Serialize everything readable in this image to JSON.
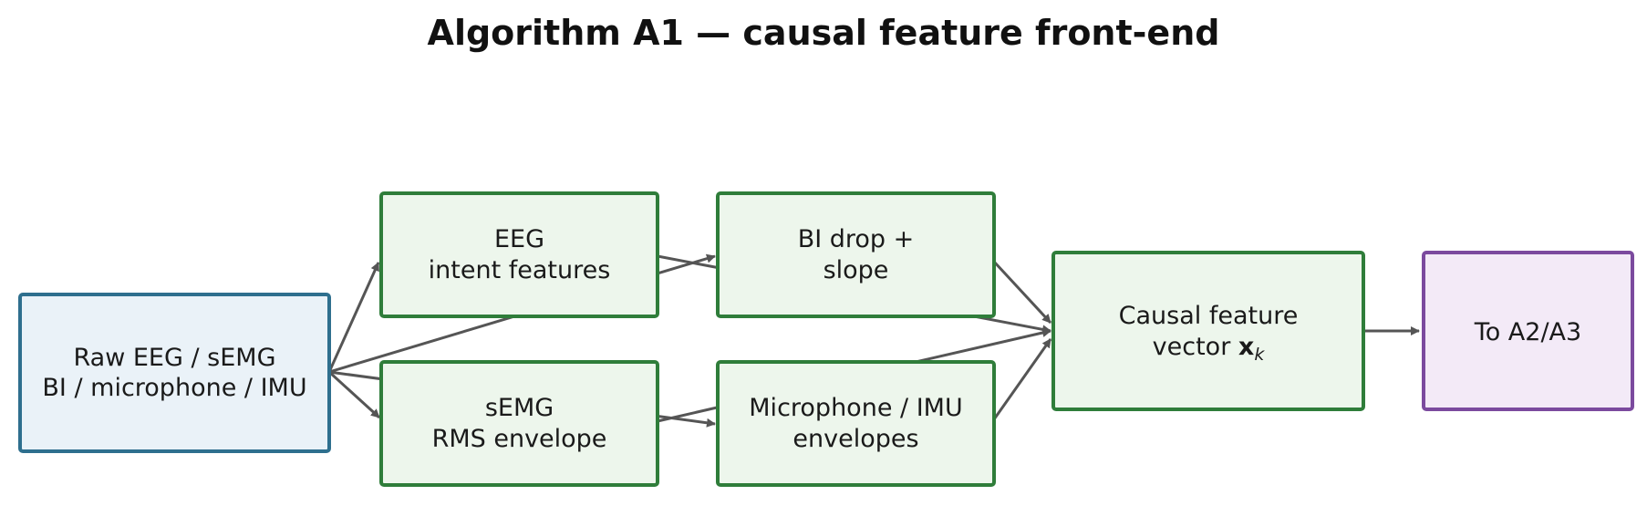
{
  "title": "Algorithm A1 — causal feature front-end",
  "nodes": {
    "raw": {
      "lines": [
        "Raw EEG / sEMG",
        "BI / microphone / IMU"
      ]
    },
    "eeg": {
      "lines": [
        "EEG",
        "intent features"
      ]
    },
    "semg": {
      "lines": [
        "sEMG",
        "RMS envelope"
      ]
    },
    "bi": {
      "lines": [
        "BI drop +",
        "slope"
      ]
    },
    "mic": {
      "lines": [
        "Microphone / IMU",
        "envelopes"
      ]
    },
    "causal": {
      "line1": "Causal feature",
      "line2_prefix": "vector ",
      "vector_symbol": "x",
      "vector_subscript": "k"
    },
    "out": {
      "lines": [
        "To A2/A3"
      ]
    }
  },
  "colors": {
    "input_border": "#2e6f8e",
    "input_fill": "#eaf2f8",
    "process_border": "#2f7d3a",
    "process_fill": "#edf6ec",
    "output_border": "#7b4a9e",
    "output_fill": "#f3eaf7",
    "arrow": "#555555"
  }
}
